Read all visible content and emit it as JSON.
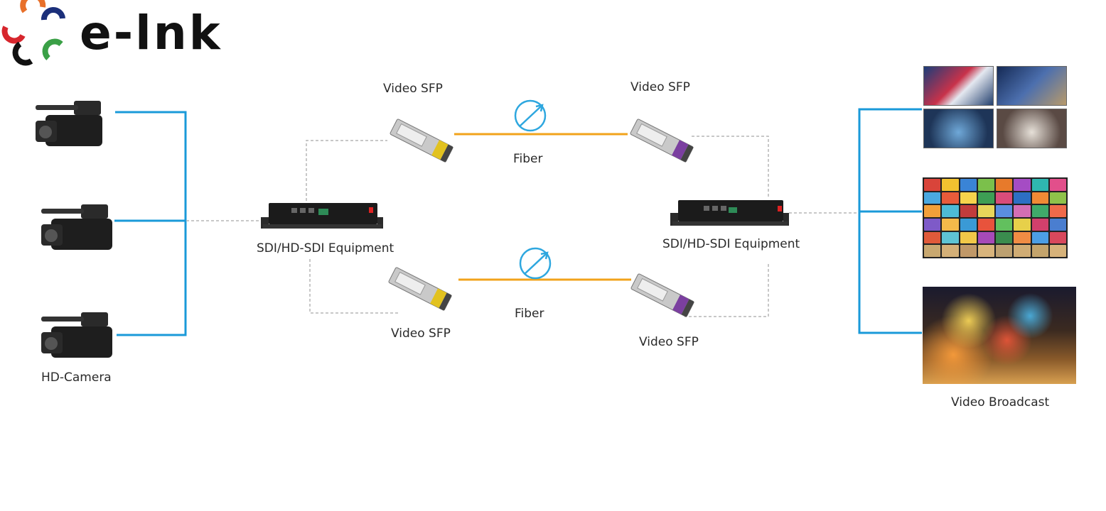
{
  "logo": {
    "brand_text": "e-lnk"
  },
  "labels": {
    "camera": "HD-Camera",
    "equipment_left": "SDI/HD-SDI Equipment",
    "equipment_right": "SDI/HD-SDI Equipment",
    "sfp_top_left": "Video SFP",
    "sfp_top_right": "Video SFP",
    "sfp_bottom_left": "Video SFP",
    "sfp_bottom_right": "Video SFP",
    "fiber_top": "Fiber",
    "fiber_bottom": "Fiber",
    "broadcast": "Video Broadcast"
  },
  "colors": {
    "blue_line": "#1a9ad9",
    "fiber_line": "#f2a31b",
    "dashed_line": "#b5b5b5",
    "fiber_icon": "#2ea7df"
  }
}
